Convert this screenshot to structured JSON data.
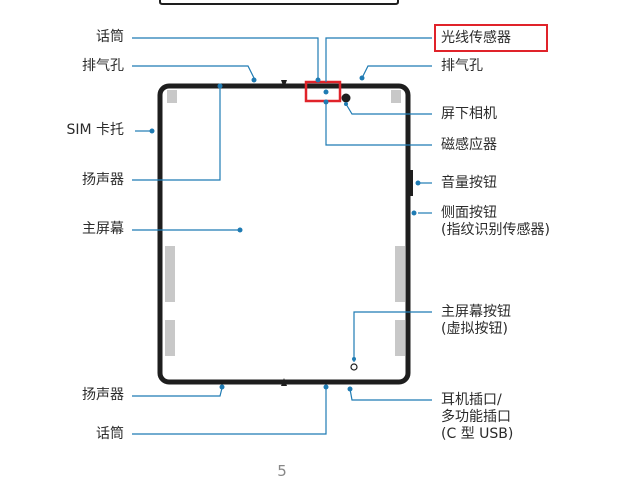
{
  "colors": {
    "leader": "#1f7bb3",
    "phone_body": "#1e1e1e",
    "button_grey": "#c8c8c8",
    "highlight": "#e0232a"
  },
  "labels": {
    "left": {
      "mic_top": "话筒",
      "vent_top": "排气孔",
      "sim_tray": "SIM 卡托",
      "speaker_top": "扬声器",
      "main_screen": "主屏幕",
      "speaker_bottom": "扬声器",
      "mic_bottom": "话筒"
    },
    "right": {
      "light_sensor": "光线传感器",
      "vent_top": "排气孔",
      "under_display_camera": "屏下相机",
      "magnetic_sensor": "磁感应器",
      "volume_key": "音量按钮",
      "side_key_line1": "侧面按钮",
      "side_key_line2": "(指纹识别传感器)",
      "home_key_line1": "主屏幕按钮",
      "home_key_line2": "(虚拟按钮)",
      "jack_line1": "耳机插口/",
      "jack_line2": "多功能插口",
      "jack_line3": "(C 型 USB)"
    }
  },
  "page_number": "5"
}
